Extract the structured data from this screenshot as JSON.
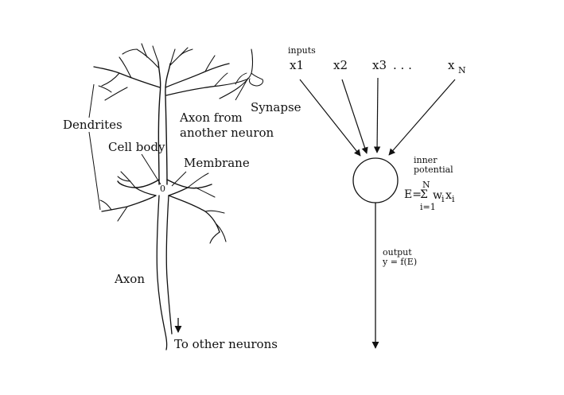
{
  "neuron": {
    "dendrites": "Dendrites",
    "cell_body": "Cell body",
    "membrane": "Membrane",
    "axon_from_line1": "Axon from",
    "axon_from_line2": "another neuron",
    "synapse": "Synapse",
    "soma_mark": "0",
    "axon": "Axon",
    "to_other": "To other neurons"
  },
  "model": {
    "inputs_caption": "inputs",
    "inputs": [
      {
        "label": "x1"
      },
      {
        "label": "x2"
      },
      {
        "label": "x3"
      },
      {
        "label": ". . ."
      },
      {
        "label": "x",
        "subscript": "N"
      }
    ],
    "inner_caption_line1": "inner",
    "inner_caption_line2": "potential",
    "formula_lhs": "E=",
    "sigma": "Σ",
    "sum_upper": "N",
    "sum_lower": "i=1",
    "term_w": "w",
    "term_w_sub": "i",
    "term_x": "x",
    "term_x_sub": "i",
    "output_caption": "output",
    "output_formula": "y = f(E)"
  }
}
